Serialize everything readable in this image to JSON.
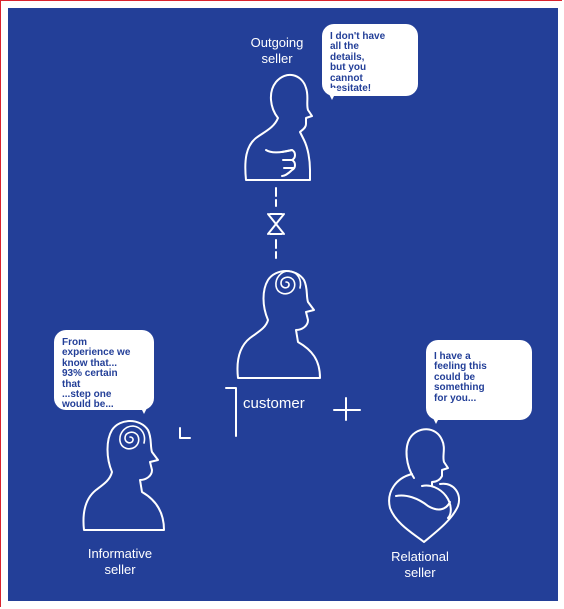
{
  "colors": {
    "background": "#233f98",
    "outline": "#ffffff",
    "bubble_fill": "#ffffff",
    "bubble_text": "#233f98",
    "frame_border": "#d9232e"
  },
  "sellers": {
    "outgoing": {
      "label_line1": "Outgoing",
      "label_line2": "seller",
      "bubble_lines": "I don't have\nall the\ndetails,\nbut you\ncannot\nhesitate!"
    },
    "informative": {
      "label_line1": "Informative",
      "label_line2": "seller",
      "bubble_lines": "From\nexperience we\nknow that...\n93% certain\nthat\n...step one\nwould be..."
    },
    "relational": {
      "label_line1": "Relational",
      "label_line2": "seller",
      "bubble_lines": "I have a\nfeeling this\ncould be\nsomething\nfor you..."
    }
  },
  "customer": {
    "label": "customer"
  },
  "connectors": {
    "outgoing_to_customer": "cross-x-symbol",
    "informative_to_customer": "corner-angle-symbol",
    "relational_to_customer": "plus-symbol"
  }
}
